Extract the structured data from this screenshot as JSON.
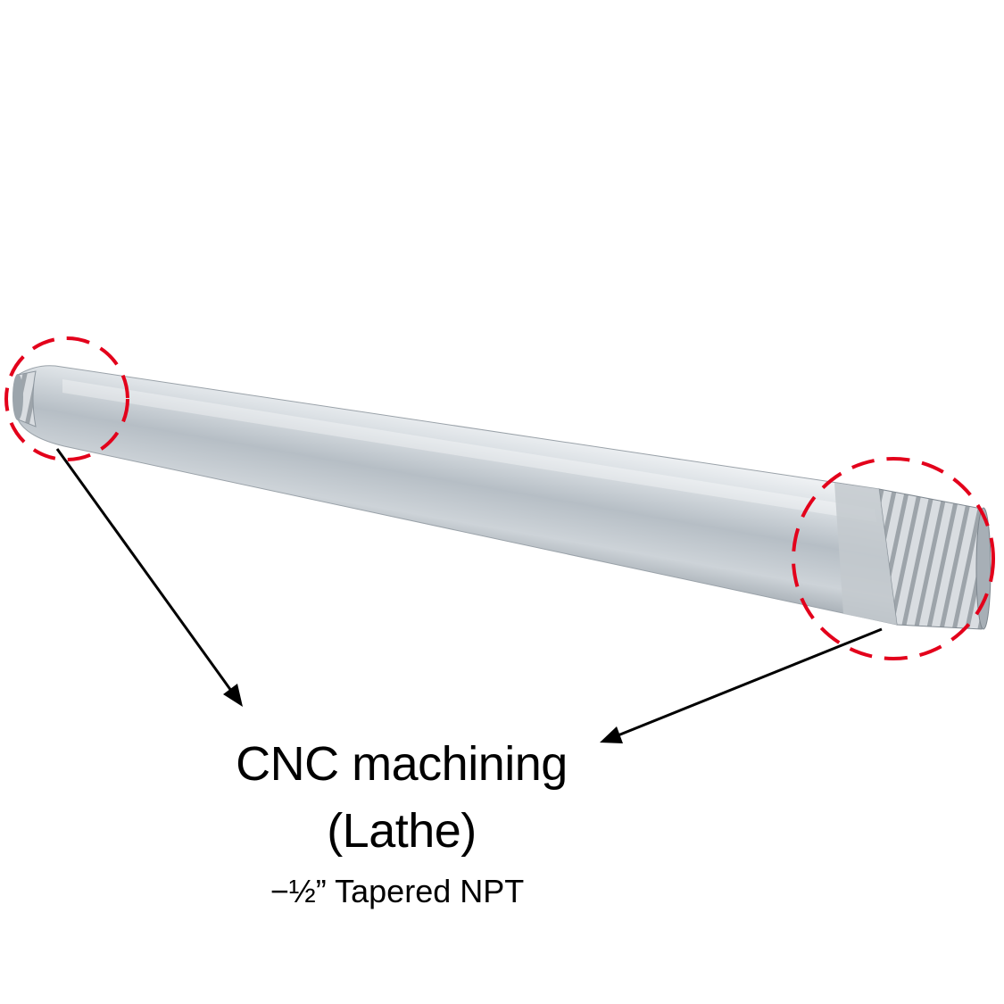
{
  "caption": {
    "line1": "CNC machining",
    "line2": "(Lathe)",
    "subtitle": "−½” Tapered NPT"
  },
  "colors": {
    "highlight_circle": "#e3001b",
    "arrow": "#000000",
    "pipe_light": "#e8ecef",
    "pipe_mid": "#b4bcc3",
    "pipe_dark": "#7d868e"
  },
  "annotations": [
    {
      "target": "left-pipe-end",
      "icon": "dashed-circle"
    },
    {
      "target": "right-pipe-end",
      "icon": "dashed-circle"
    }
  ]
}
